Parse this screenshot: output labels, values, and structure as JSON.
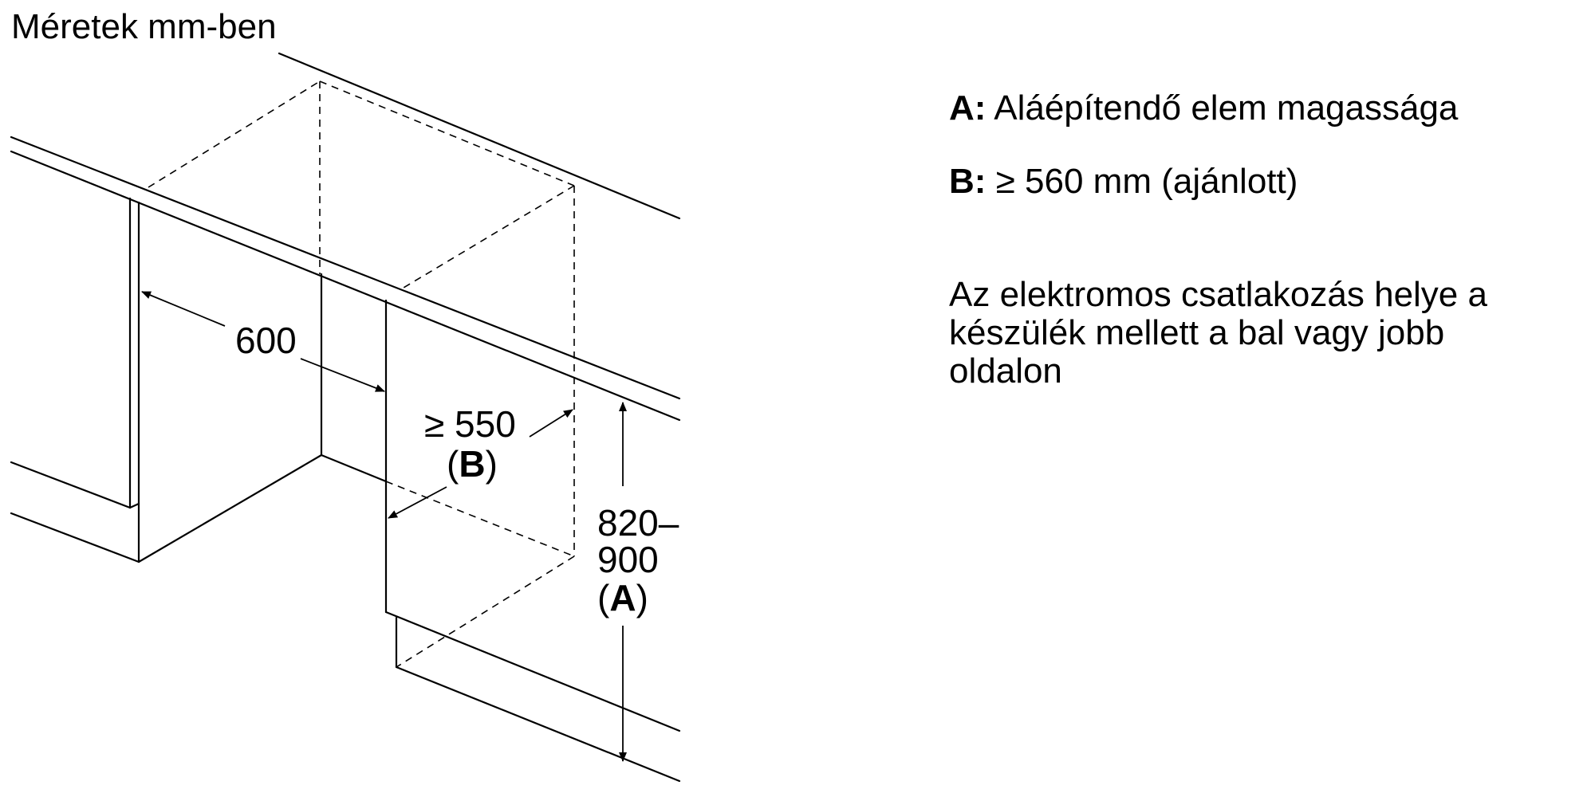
{
  "title": "Méretek mm-ben",
  "dimensions": {
    "width": {
      "value": "600"
    },
    "depth": {
      "value": "≥ 550",
      "ref_open": "(",
      "ref": "B",
      "ref_close": ")"
    },
    "height": {
      "line1": "820–",
      "line2": "900",
      "ref_open": "(",
      "ref": "A",
      "ref_close": ")"
    }
  },
  "legend": {
    "a": {
      "key": "A:",
      "text": " Aláépítendő elem magassága"
    },
    "b": {
      "key": "B:",
      "text": " ≥ 560 mm (ajánlott)"
    },
    "note": {
      "line1": "Az elektromos csatlakozás helye a",
      "line2": "készülék mellett a bal vagy jobb",
      "line3": "oldalon"
    }
  }
}
